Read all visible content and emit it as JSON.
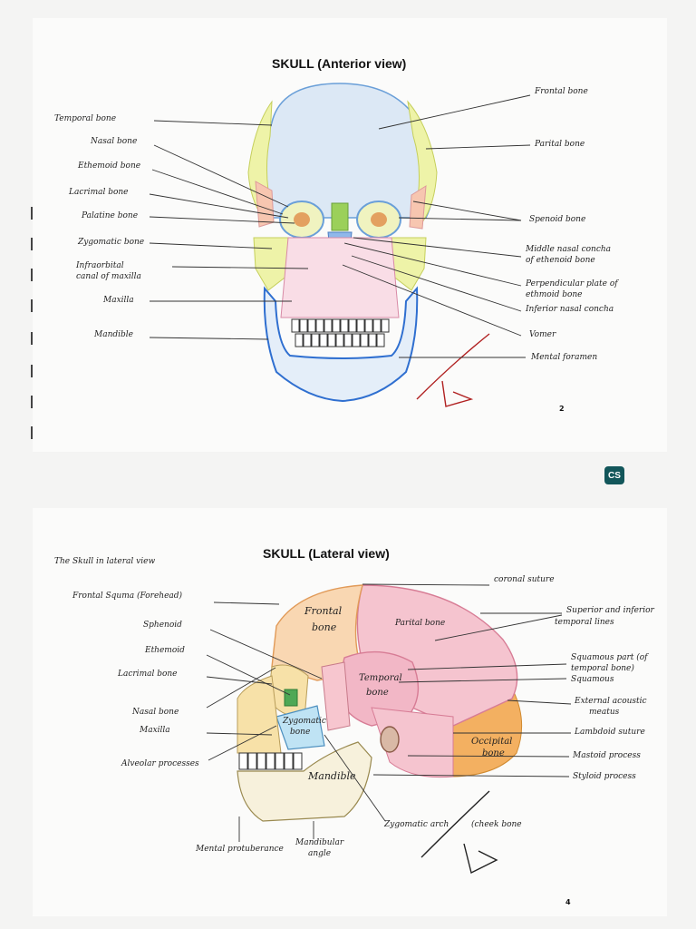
{
  "page1": {
    "title": "SKULL (Anterior view)",
    "page_number": "2",
    "labels_left": [
      "Temporal bone",
      "Nasal bone",
      "Ethemoid bone",
      "Lacrimal bone",
      "Palatine bone",
      "Zygomatic bone",
      "Infraorbital",
      "canal of maxilla",
      "Maxilla",
      "Mandible"
    ],
    "labels_right": [
      "Frontal bone",
      "Parital bone",
      "Spenoid bone",
      "Middle nasal concha",
      "of ethenoid bone",
      "Perpendicular plate of",
      "ethmoid bone",
      "Inferior nasal concha",
      "Vomer",
      "Mental foramen"
    ]
  },
  "page2": {
    "title": "SKULL (Lateral view)",
    "page_number": "4",
    "heading_left": "The Skull in lateral view",
    "labels_left": [
      "Frontal Squma (Forehead)",
      "Sphenoid",
      "Ethemoid",
      "Lacrimal bone",
      "Nasal bone",
      "Maxilla",
      "Alveolar processes"
    ],
    "labels_right": [
      "coronal suture",
      "Superior and inferior",
      "temporal lines",
      "Squamous part (of",
      "temporal bone)",
      "Squamous",
      "External acoustic",
      "meatus",
      "Lambdoid suture",
      "Mastoid process",
      "Styloid process"
    ],
    "labels_bottom": [
      "Zygomatic arch",
      "(cheek bone",
      "Mental protuberance",
      "Mandibular",
      "angle"
    ],
    "labels_on_bone": [
      "Frontal",
      "bone",
      "Parital bone",
      "Temporal",
      "bone",
      "Zygomatic",
      "bone",
      "Occipital",
      "bone",
      "Mandible"
    ]
  },
  "badge": {
    "text": "CS",
    "color": "#12565a"
  }
}
